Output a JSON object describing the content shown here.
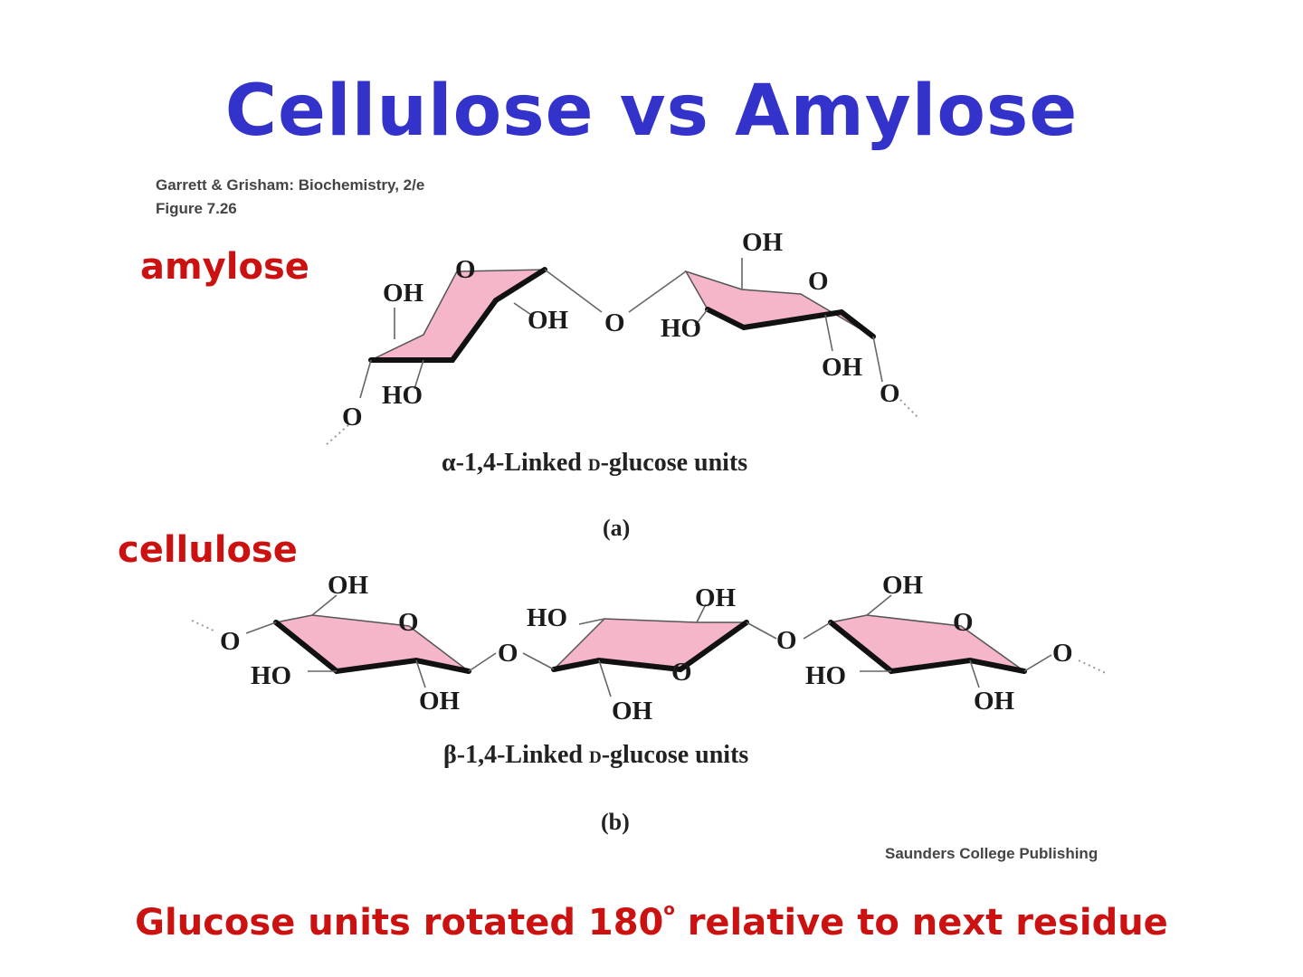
{
  "title": "Cellulose vs Amylose",
  "citation": {
    "line1": "Garrett & Grisham: Biochemistry, 2/e",
    "line2": "Figure 7.26"
  },
  "amylose": {
    "label": "amylose",
    "caption_prefix": "α-1,4-Linked ",
    "caption_d": "D",
    "caption_suffix": "-glucose units",
    "panel": "(a)"
  },
  "cellulose": {
    "label": "cellulose",
    "caption_prefix": "β-1,4-Linked ",
    "caption_d": "D",
    "caption_suffix": "-glucose units",
    "panel": "(b)"
  },
  "atoms": {
    "oh": "OH",
    "ho": "HO",
    "o": "O"
  },
  "publisher": "Saunders College Publishing",
  "conclusion": {
    "text_before": "Glucose units rotated 180",
    "degree": "o",
    "text_after": " relative to next residue"
  },
  "colors": {
    "title": "#3333cc",
    "labels": "#cc1111",
    "ring": "#f4b6c8"
  }
}
